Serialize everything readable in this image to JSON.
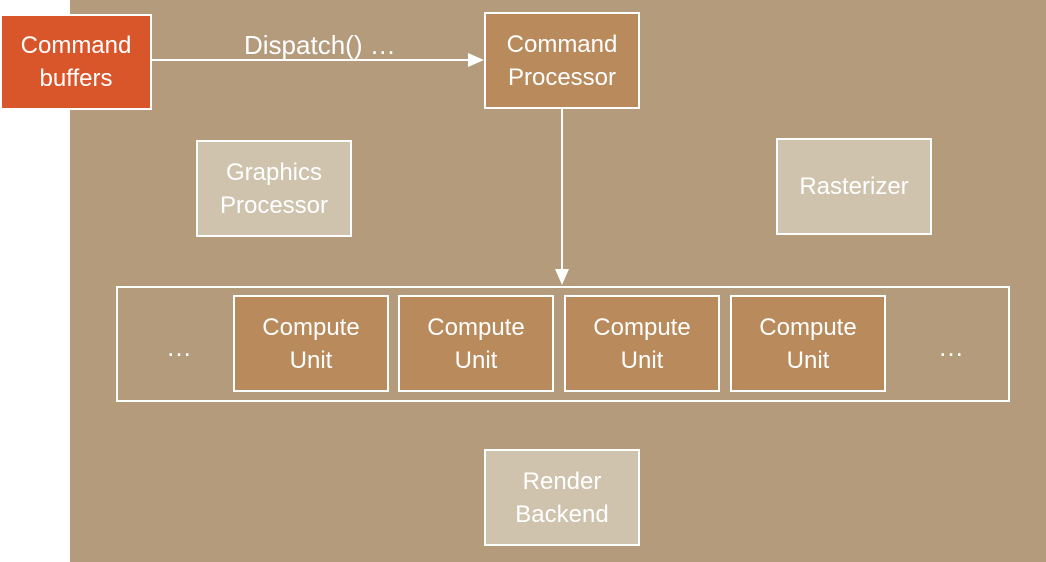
{
  "colors": {
    "background_panel": "#b39b7b",
    "page_background": "#ffffff",
    "source_box": "#d9562a",
    "active_box": "#b88a5c",
    "inactive_box": "#cfc3ae",
    "border": "#ffffff",
    "text": "#ffffff"
  },
  "nodes": {
    "command_buffers": {
      "label": "Command\nbuffers"
    },
    "command_processor": {
      "label": "Command\nProcessor"
    },
    "graphics_processor": {
      "label": "Graphics\nProcessor"
    },
    "rasterizer": {
      "label": "Rasterizer"
    },
    "render_backend": {
      "label": "Render\nBackend"
    },
    "compute_units": [
      {
        "label": "Compute\nUnit"
      },
      {
        "label": "Compute\nUnit"
      },
      {
        "label": "Compute\nUnit"
      },
      {
        "label": "Compute\nUnit"
      }
    ]
  },
  "edges": {
    "dispatch_label": "Dispatch() …"
  },
  "compute_array": {
    "left_ellipsis": "…",
    "right_ellipsis": "…"
  }
}
